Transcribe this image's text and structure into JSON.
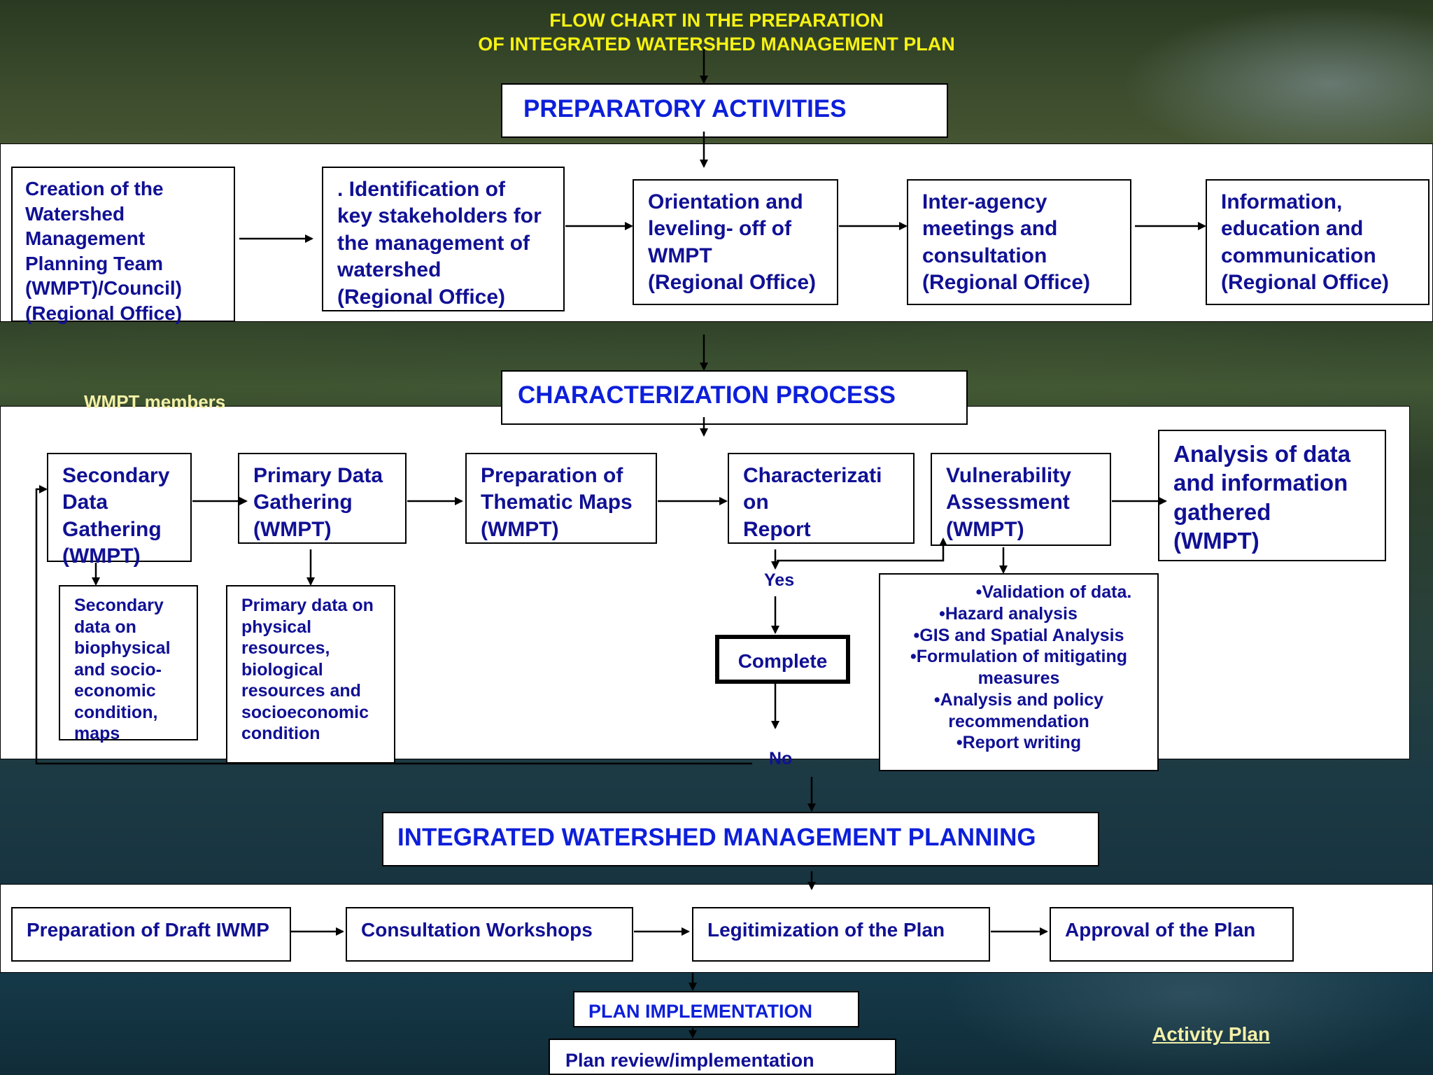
{
  "title": "FLOW CHART IN THE PREPARATION\nOF INTEGRATED WATERSHED MANAGEMENT PLAN",
  "sections": {
    "preparatory": {
      "header": "PREPARATORY ACTIVITIES",
      "steps": [
        "Creation  of the\nWatershed\nManagement\nPlanning Team\n(WMPT)/Council)\n(Regional Office)",
        ". Identification of\nkey stakeholders for\nthe management of\nwatershed\n(Regional Office)",
        "Orientation and\nleveling- off of\nWMPT\n(Regional Office)",
        "Inter-agency\nmeetings and\nconsultation\n(Regional Office)",
        "Information,\neducation and\ncommunication\n(Regional Office)"
      ]
    },
    "characterization": {
      "header": "CHARACTERIZATION PROCESS",
      "side_label": "WMPT members",
      "steps": [
        "Secondary\nData\nGathering\n(WMPT)",
        "Primary Data\nGathering\n(WMPT)",
        "Preparation of\nThematic Maps\n(WMPT)",
        "Characterizati\non\n Report",
        "Vulnerability\nAssessment\n(WMPT)",
        "Analysis of data\nand information\ngathered\n(WMPT)"
      ],
      "secondary_detail": "Secondary\ndata on\nbiophysical\nand socio-\neconomic\ncondition,\nmaps",
      "primary_detail": "Primary data on\nphysical\nresources,\nbiological\nresources and\nsocioeconomic\ncondition",
      "vulnerability_detail": [
        "•Validation of  data.",
        "•Hazard analysis",
        "•GIS and Spatial   Analysis",
        "•Formulation of mitigating",
        "measures",
        "•Analysis and policy",
        "recommendation",
        "•Report writing"
      ],
      "decision": {
        "yes": "Yes",
        "complete": "Complete",
        "no": "No"
      }
    },
    "planning": {
      "header": "INTEGRATED WATERSHED MANAGEMENT PLANNING",
      "steps": [
        "Preparation of Draft IWMP",
        "Consultation Workshops",
        "Legitimization of the Plan",
        "Approval of the Plan"
      ]
    },
    "implementation": {
      "header": "PLAN  IMPLEMENTATION",
      "review": "Plan review/implementation"
    }
  },
  "link": "Activity Plan",
  "colors": {
    "title": "#f5f213",
    "header_text": "#0d1fd9",
    "box_text": "#101094",
    "side_label": "#f3f0a8",
    "link": "#f3f0a8"
  }
}
